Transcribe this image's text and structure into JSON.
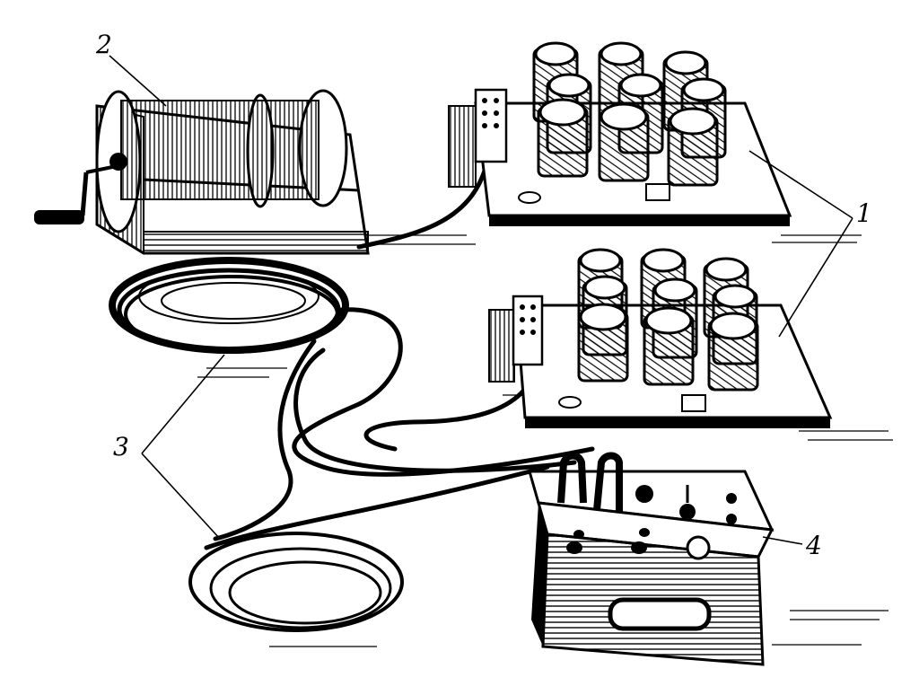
{
  "callouts": [
    {
      "id": "1",
      "text": "1"
    },
    {
      "id": "2",
      "text": "2"
    },
    {
      "id": "3",
      "text": "3"
    },
    {
      "id": "4",
      "text": "4"
    }
  ],
  "colors": {
    "ink": "#000000",
    "paper": "#ffffff",
    "shade": "#3a3a3a",
    "light": "#8a8a8a"
  },
  "component_icons": [
    "cable-reel-icon",
    "detector-array-icon",
    "cable-coil-icon",
    "control-console-icon"
  ]
}
